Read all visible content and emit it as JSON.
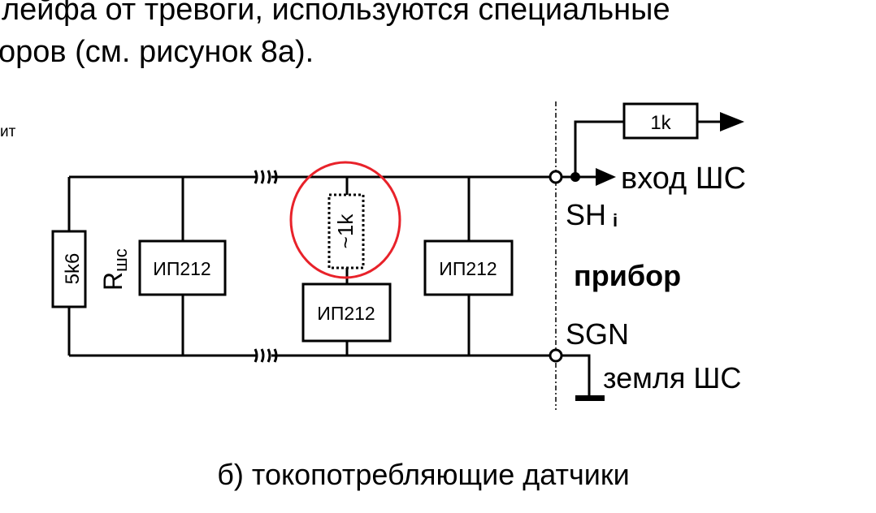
{
  "text": {
    "line1": "лейфа от тревоги, используются специальные",
    "line2": "оров (см. рисунок 8а).",
    "side_fragment": "ит"
  },
  "diagram": {
    "resistor_end": "5k6",
    "resistor_label": "R",
    "resistor_sub": "шс",
    "sensor1": "ИП212",
    "sensor2": "ИП212",
    "sensor3": "ИП212",
    "internal_resistor": "~1k",
    "series_resistor": "1k",
    "input_label": "вход ШС",
    "terminal_sh": "SH",
    "terminal_sh_sub": "i",
    "device_label": "прибор",
    "terminal_sgn": "SGN",
    "ground_label": "земля ШС",
    "highlight_color": "#e8222a"
  },
  "caption": "б) токопотребляющие датчики"
}
